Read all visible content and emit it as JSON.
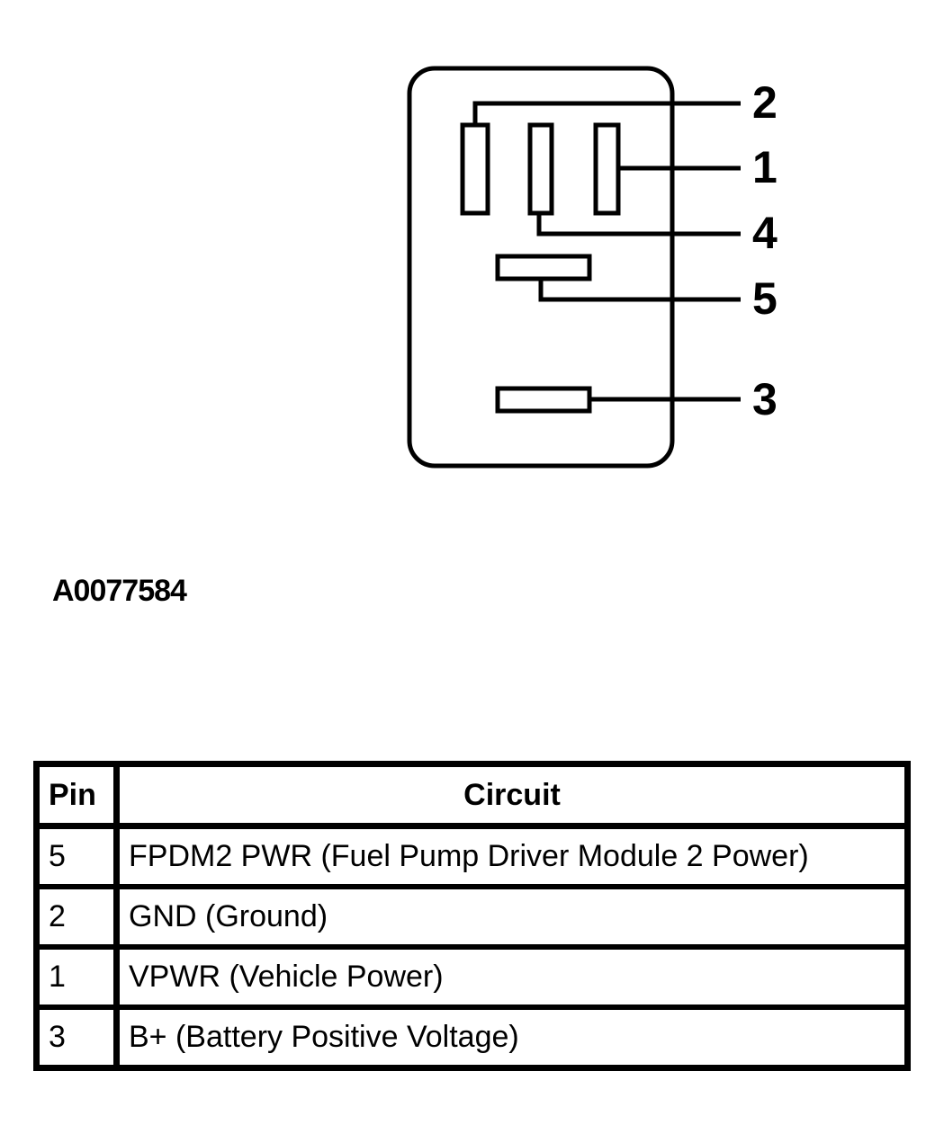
{
  "connector": {
    "pin_labels": {
      "pin1": "1",
      "pin2": "2",
      "pin3": "3",
      "pin4": "4",
      "pin5": "5"
    }
  },
  "figure_id": "A0077584",
  "table": {
    "headers": {
      "pin": "Pin",
      "circuit": "Circuit"
    },
    "rows": [
      {
        "pin": "5",
        "circuit": "FPDM2 PWR (Fuel Pump Driver Module 2 Power)"
      },
      {
        "pin": "2",
        "circuit": "GND (Ground)"
      },
      {
        "pin": "1",
        "circuit": "VPWR (Vehicle Power)"
      },
      {
        "pin": "3",
        "circuit": "B+ (Battery Positive Voltage)"
      }
    ]
  }
}
